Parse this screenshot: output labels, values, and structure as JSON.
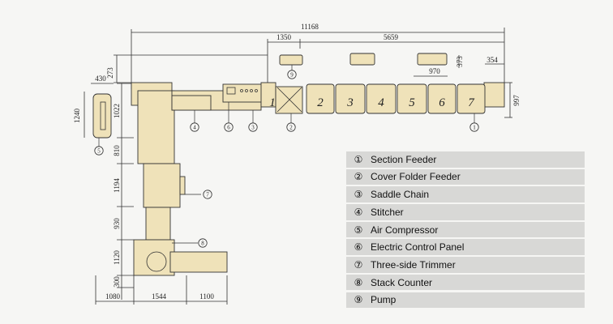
{
  "colors": {
    "machine_fill": "#efe2b9",
    "line": "#333333",
    "legend_bg": "#d8d8d6"
  },
  "dimensions": {
    "total_width": "11168",
    "feeder_offset": "1350",
    "feeder_span": "5659",
    "left_gap": "273",
    "pump_height": "373",
    "pump_width": "970",
    "end_width": "354",
    "line_height": "997",
    "compressor_width": "430",
    "compressor_height": "1240",
    "v1": "1022",
    "v2": "810",
    "v3": "1194",
    "v4": "930",
    "v5": "1120",
    "v6": "300",
    "bottom_left": "1080",
    "bottom_mid": "1544",
    "bottom_right": "1100"
  },
  "stations": [
    "1",
    "2",
    "3",
    "4",
    "5",
    "6",
    "7"
  ],
  "callouts": [
    "1",
    "2",
    "3",
    "4",
    "5",
    "6",
    "7",
    "8",
    "9"
  ],
  "legend": [
    {
      "mark": "①",
      "label": "Section Feeder"
    },
    {
      "mark": "②",
      "label": "Cover Folder Feeder"
    },
    {
      "mark": "③",
      "label": "Saddle Chain"
    },
    {
      "mark": "④",
      "label": "Stitcher"
    },
    {
      "mark": "⑤",
      "label": "Air Compressor"
    },
    {
      "mark": "⑥",
      "label": "Electric Control Panel"
    },
    {
      "mark": "⑦",
      "label": "Three-side Trimmer"
    },
    {
      "mark": "⑧",
      "label": "Stack Counter"
    },
    {
      "mark": "⑨",
      "label": "Pump"
    }
  ]
}
